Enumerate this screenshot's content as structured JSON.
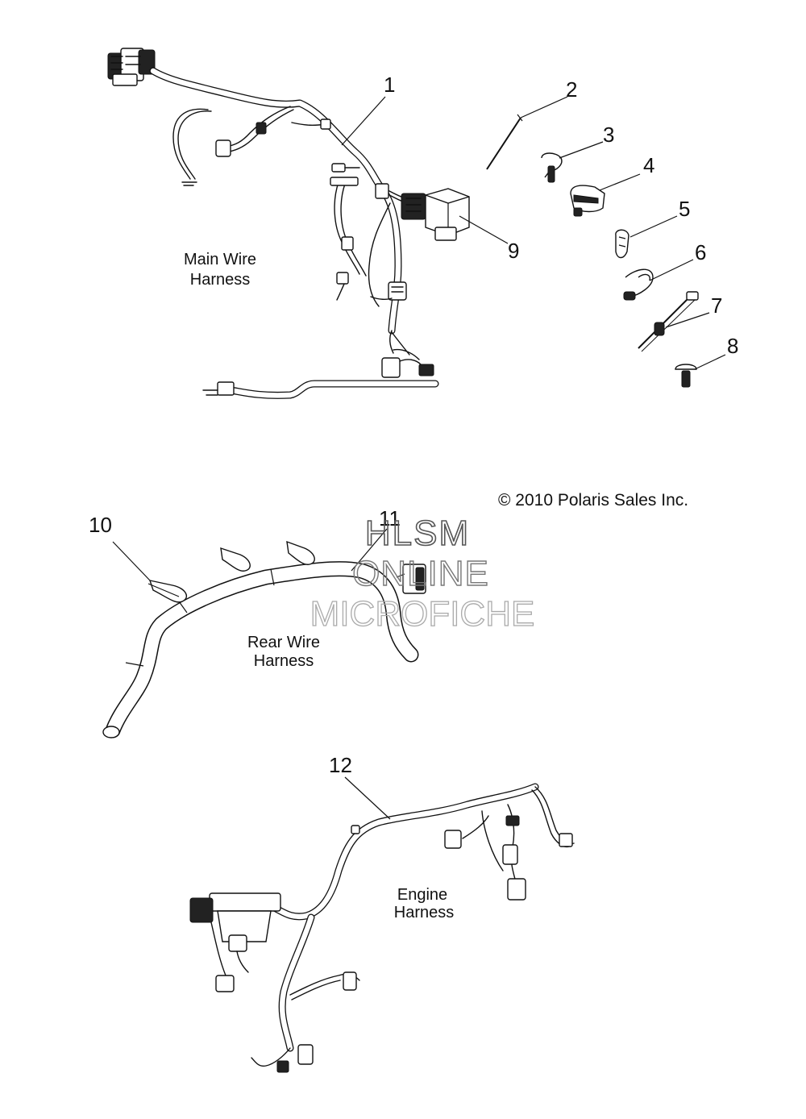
{
  "callouts": [
    "1",
    "2",
    "3",
    "4",
    "5",
    "6",
    "7",
    "8",
    "9",
    "10",
    "11",
    "12"
  ],
  "labels": {
    "main_line1": "Main Wire",
    "main_line2": "Harness",
    "rear_line1": "Rear Wire",
    "rear_line2": "Harness",
    "engine_line1": "Engine",
    "engine_line2": "Harness"
  },
  "copyright": "© 2010 Polaris Sales Inc.",
  "watermark": {
    "line1": "HLSM",
    "line2": "ONLINE",
    "line3": "MICROFICHE"
  }
}
